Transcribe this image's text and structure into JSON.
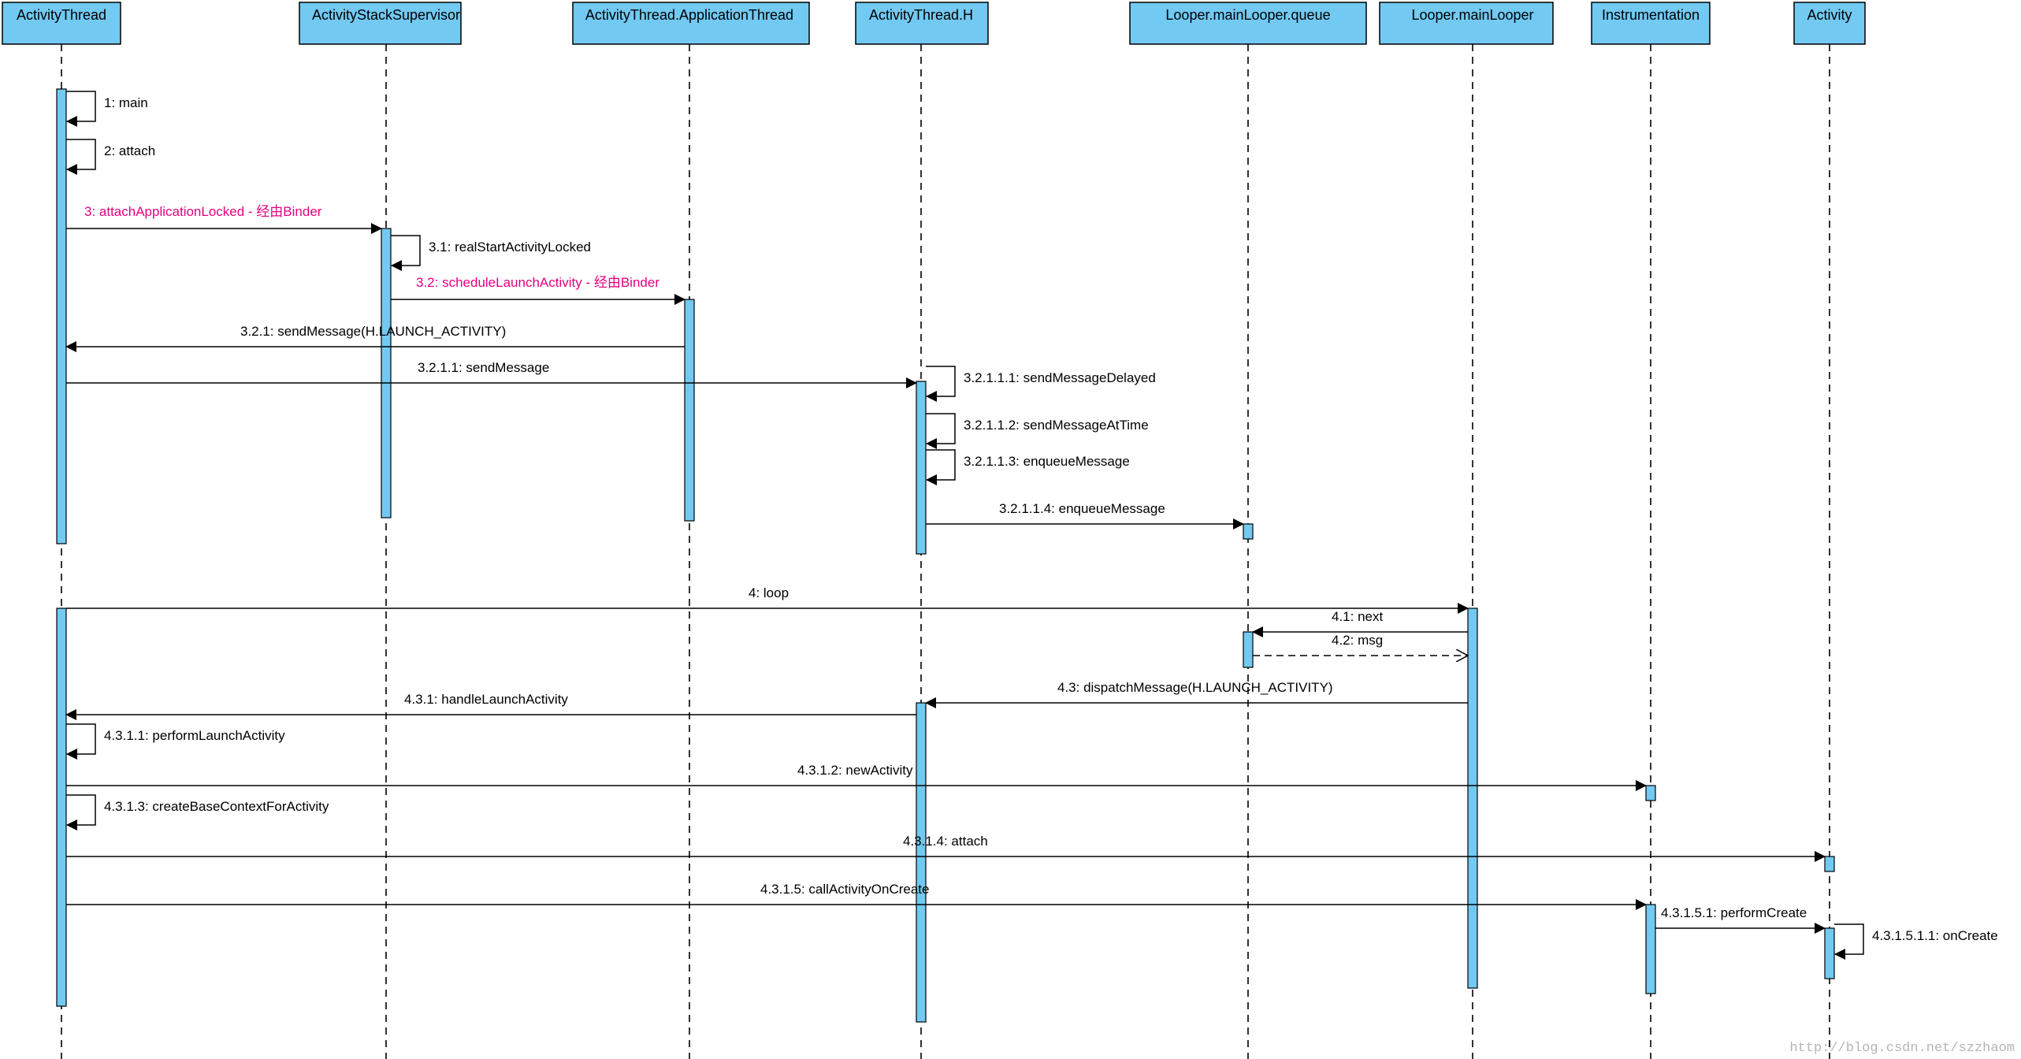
{
  "colors": {
    "box_fill": "#72C9F2",
    "activation_fill": "#72C9F2",
    "line": "#000000",
    "binder_text": "#E4007F",
    "normal_text": "#000000"
  },
  "lifelines": [
    {
      "id": "at",
      "label": "ActivityThread"
    },
    {
      "id": "ass",
      "label": "ActivityStackSupervisor"
    },
    {
      "id": "atat",
      "label": "ActivityThread.ApplicationThread"
    },
    {
      "id": "ath",
      "label": "ActivityThread.H"
    },
    {
      "id": "lq",
      "label": "Looper.mainLooper.queue"
    },
    {
      "id": "ml",
      "label": "Looper.mainLooper"
    },
    {
      "id": "ins",
      "label": "Instrumentation"
    },
    {
      "id": "act",
      "label": "Activity"
    }
  ],
  "messages": [
    {
      "label": "1: main",
      "from": "at",
      "to": "at",
      "kind": "self"
    },
    {
      "label": "2: attach",
      "from": "at",
      "to": "at",
      "kind": "self"
    },
    {
      "label": "3: attachApplicationLocked - 经由Binder",
      "from": "at",
      "to": "ass",
      "kind": "sync",
      "highlight": true
    },
    {
      "label": "3.1: realStartActivityLocked",
      "from": "ass",
      "to": "ass",
      "kind": "self"
    },
    {
      "label": "3.2: scheduleLaunchActivity - 经由Binder",
      "from": "ass",
      "to": "atat",
      "kind": "sync",
      "highlight": true
    },
    {
      "label": "3.2.1: sendMessage(H.LAUNCH_ACTIVITY)",
      "from": "atat",
      "to": "at",
      "kind": "sync"
    },
    {
      "label": "3.2.1.1: sendMessage",
      "from": "at",
      "to": "ath",
      "kind": "sync"
    },
    {
      "label": "3.2.1.1.1: sendMessageDelayed",
      "from": "ath",
      "to": "ath",
      "kind": "self"
    },
    {
      "label": "3.2.1.1.2: sendMessageAtTime",
      "from": "ath",
      "to": "ath",
      "kind": "self"
    },
    {
      "label": "3.2.1.1.3: enqueueMessage",
      "from": "ath",
      "to": "ath",
      "kind": "self"
    },
    {
      "label": "3.2.1.1.4: enqueueMessage",
      "from": "ath",
      "to": "lq",
      "kind": "sync"
    },
    {
      "label": "4: loop",
      "from": "at",
      "to": "ml",
      "kind": "sync"
    },
    {
      "label": "4.1: next",
      "from": "ml",
      "to": "lq",
      "kind": "sync"
    },
    {
      "label": "4.2: msg",
      "from": "lq",
      "to": "ml",
      "kind": "return"
    },
    {
      "label": "4.3: dispatchMessage(H.LAUNCH_ACTIVITY)",
      "from": "ml",
      "to": "ath",
      "kind": "sync"
    },
    {
      "label": "4.3.1: handleLaunchActivity",
      "from": "ath",
      "to": "at",
      "kind": "sync"
    },
    {
      "label": "4.3.1.1: performLaunchActivity",
      "from": "at",
      "to": "at",
      "kind": "self"
    },
    {
      "label": "4.3.1.2: newActivity",
      "from": "at",
      "to": "ins",
      "kind": "sync"
    },
    {
      "label": "4.3.1.3: createBaseContextForActivity",
      "from": "at",
      "to": "at",
      "kind": "self"
    },
    {
      "label": "4.3.1.4: attach",
      "from": "at",
      "to": "act",
      "kind": "sync"
    },
    {
      "label": "4.3.1.5: callActivityOnCreate",
      "from": "at",
      "to": "ins",
      "kind": "sync"
    },
    {
      "label": "4.3.1.5.1: performCreate",
      "from": "ins",
      "to": "act",
      "kind": "sync"
    },
    {
      "label": "4.3.1.5.1.1: onCreate",
      "from": "act",
      "to": "act",
      "kind": "self"
    }
  ],
  "watermark": "http://blog.csdn.net/szzhaom"
}
